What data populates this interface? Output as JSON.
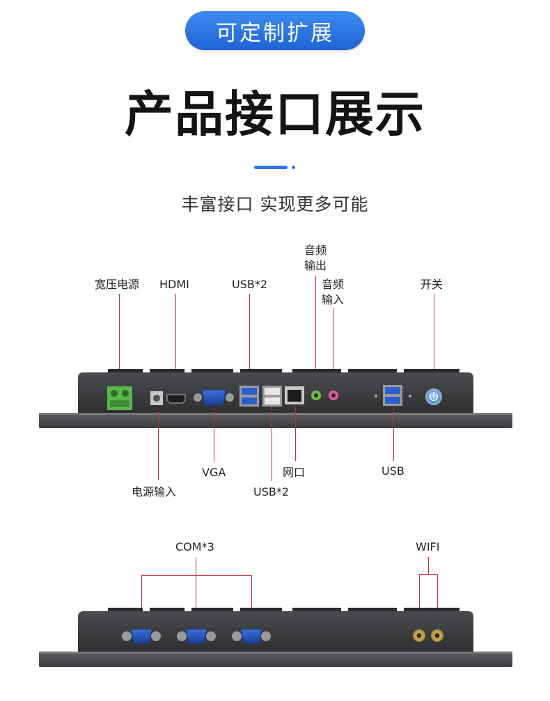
{
  "badge": "可定制扩展",
  "title": "产品接口展示",
  "subtitle": "丰富接口 实现更多可能",
  "labels_top": {
    "power_wide": "宽压电源",
    "hdmi": "HDMI",
    "usb2_top": "USB*2",
    "audio_out": "音频\n输出",
    "audio_in": "音频\n输入",
    "switch": "开关"
  },
  "labels_bottom": {
    "power_in": "电源输入",
    "vga": "VGA",
    "usb2_bottom": "USB*2",
    "lan": "网口",
    "usb": "USB"
  },
  "labels_panel2": {
    "com": "COM*3",
    "wifi": "WIFI"
  },
  "colors": {
    "accent": "#2f73e6",
    "leader_line": "#c0303a",
    "panel_body": "#3a3b3d"
  }
}
